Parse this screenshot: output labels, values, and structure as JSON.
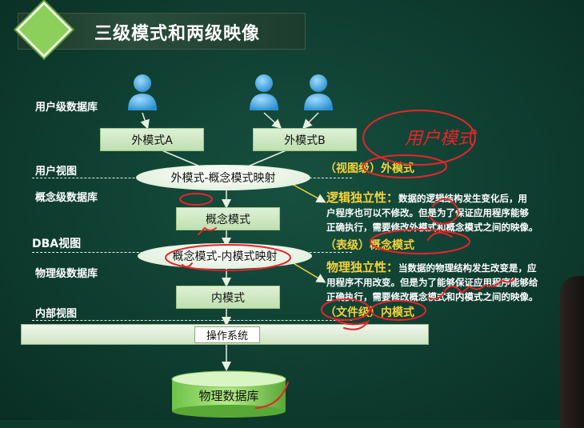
{
  "title": "三级模式和两级映像",
  "levels": {
    "user_db": "用户级数据库",
    "user_view": "用户视图",
    "concept_db": "概念级数据库",
    "dba_view": "DBA视图",
    "physical_db": "物理级数据库",
    "internal_view": "内部视图"
  },
  "boxes": {
    "ext_a": "外模式A",
    "ext_b": "外模式B",
    "ext_concept_map": "外模式-概念模式映射",
    "concept": "概念模式",
    "concept_int_map": "概念模式-内模式映射",
    "internal": "内模式",
    "os": "操作系统",
    "physical_store": "物理数据库"
  },
  "notes": {
    "view_level_tag": "（视图级）外模式",
    "logic_title": "逻辑独立性：",
    "logic_text_1": "数据的逻辑结构发生变化后，用",
    "logic_text_2": "户程序也可以不修改。但是为了保证应用程序能够",
    "logic_text_3": "正确执行，需要修改外模式和概念模式之间的映像。",
    "table_level_tag": "（表级）概念模式",
    "phys_title": "物理独立性：",
    "phys_text_1": "当数据的物理结构发生改变是，应",
    "phys_text_2": "用程序不用改变。但是为了能够保证应用程序能够给",
    "phys_text_3": "正确执行，需要修改概念模式和内模式之间的映像。",
    "file_level_tag": "（文件级）内模式"
  },
  "handwriting": {
    "user_mode": "用户模式"
  },
  "colors": {
    "board": "#0f3e31",
    "keyword": "#f5d23a",
    "ink_red": "#e8242a",
    "user_icon": "#4fb4e8"
  }
}
